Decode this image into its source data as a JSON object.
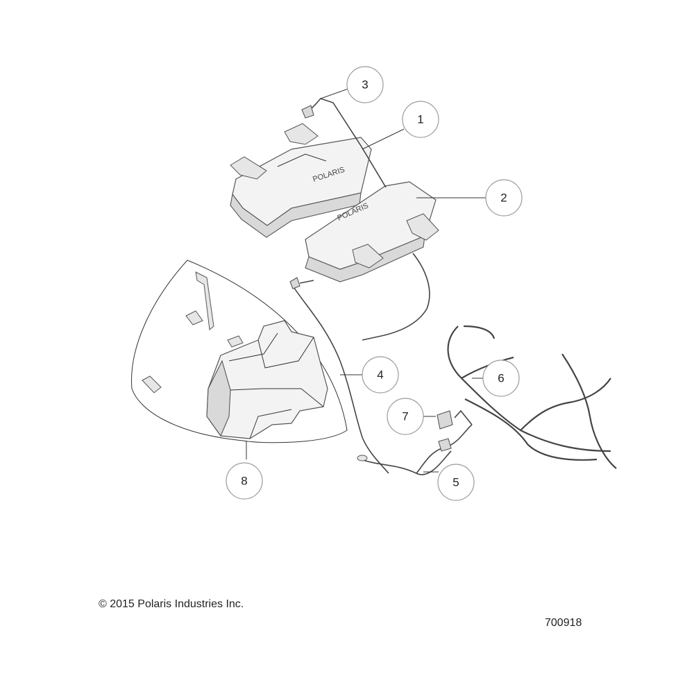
{
  "callouts": [
    {
      "id": "1",
      "label": "1"
    },
    {
      "id": "2",
      "label": "2"
    },
    {
      "id": "3",
      "label": "3"
    },
    {
      "id": "4",
      "label": "4"
    },
    {
      "id": "5",
      "label": "5"
    },
    {
      "id": "6",
      "label": "6"
    },
    {
      "id": "7",
      "label": "7"
    },
    {
      "id": "8",
      "label": "8"
    }
  ],
  "footer": {
    "copyright": "© 2015 Polaris Industries Inc.",
    "diagram_number": "700918"
  }
}
